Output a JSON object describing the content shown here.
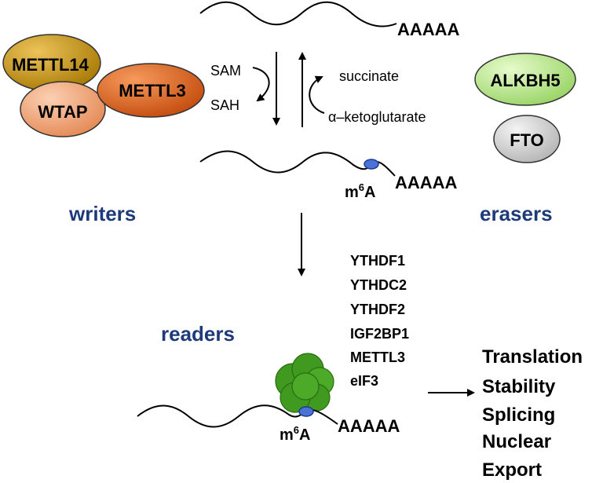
{
  "mrna": {
    "polya": "AAAAA",
    "m6a_base": "m",
    "m6a_sup": "6",
    "m6a_tail": "A"
  },
  "writers": {
    "label": "writers",
    "proteins": [
      "METTL14",
      "METTL3",
      "WTAP"
    ]
  },
  "erasers": {
    "label": "erasers",
    "proteins": [
      "ALKBH5",
      "FTO"
    ]
  },
  "methylation": {
    "substrate": "SAM",
    "product": "SAH"
  },
  "demethylation": {
    "cosubstrate": "α–ketoglutarate",
    "product": "succinate"
  },
  "readers": {
    "label": "readers",
    "proteins": [
      "YTHDF1",
      "YTHDC2",
      "YTHDF2",
      "IGF2BP1",
      "METTL3",
      "eIF3"
    ]
  },
  "outcomes": [
    "Translation",
    "Stability",
    "Splicing",
    "Nuclear",
    "Export"
  ],
  "colors": {
    "label_blue": "#1f3a7a",
    "mettl14": "#c9960e",
    "mettl3": "#e2631f",
    "wtap": "#f0a57a",
    "alkbh5": "#b9e68a",
    "fto": "#d3d3d3",
    "ribosome": "#3f9a1f",
    "m6a_dot": "#4a72d6"
  }
}
